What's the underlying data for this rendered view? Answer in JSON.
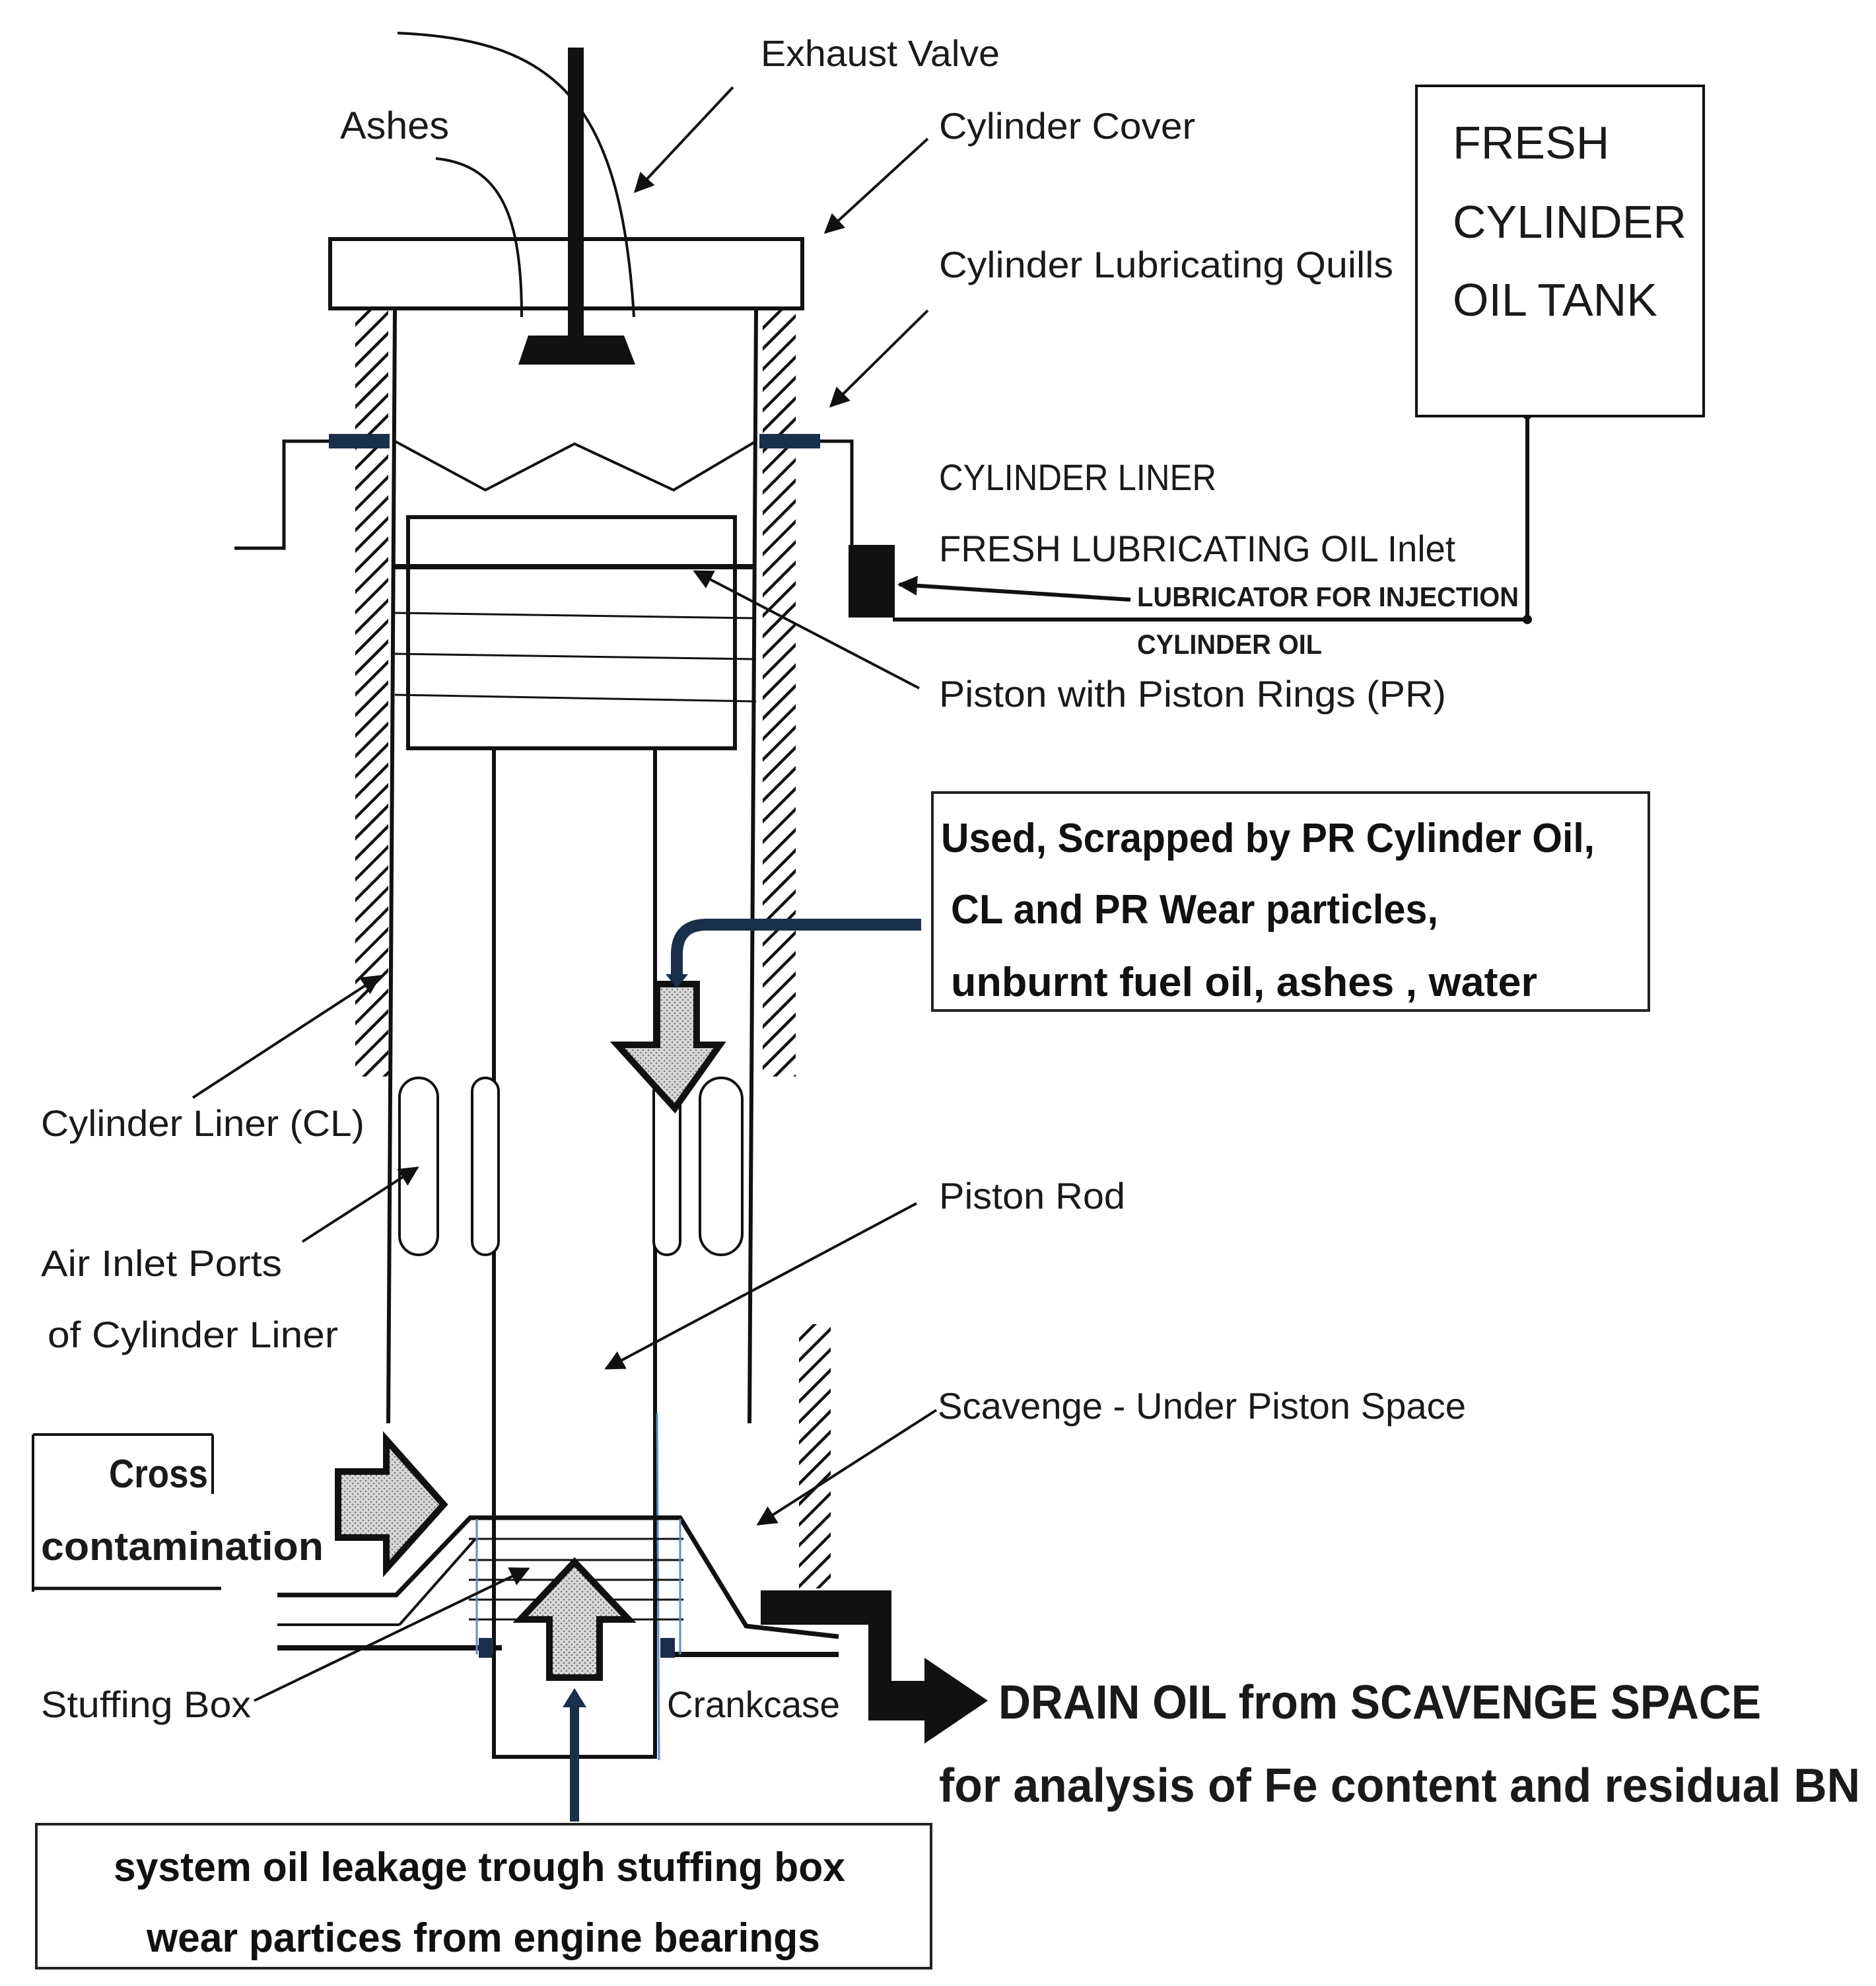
{
  "labels": {
    "exhaust_valve": "Exhaust Valve",
    "ashes": "Ashes",
    "cylinder_cover": "Cylinder Cover",
    "lubricating_quills": "Cylinder Lubricating Quills",
    "cylinder_liner_caps": "CYLINDER LINER",
    "fresh_oil_inlet": "FRESH  LUBRICATING OIL Inlet",
    "lubricator_line1": "LUBRICATOR FOR INJECTION",
    "lubricator_line2": "CYLINDER OIL",
    "piston": "Piston with Piston Rings (PR)",
    "cylinder_liner_cl": "Cylinder Liner (CL)",
    "piston_rod": "Piston Rod",
    "air_inlet_1": "Air Inlet Ports",
    "air_inlet_2": "of Cylinder Liner",
    "scavenge": "Scavenge - Under Piston Space",
    "cross_1": "Cross",
    "cross_2": "contamination",
    "stuffing_box": "Stuffing Box",
    "crankcase": "Crankcase",
    "drain_1": "DRAIN OIL from  SCAVENGE SPACE",
    "drain_2": "for analysis of Fe content and residual BN"
  },
  "tank": {
    "line1": "FRESH",
    "line2": "CYLINDER",
    "line3": "OIL TANK"
  },
  "used_oil_box": {
    "line1": "Used, Scrapped by PR Cylinder Oil,",
    "line2": "CL and PR Wear particles,",
    "line3": "unburnt fuel oil,  ashes , water"
  },
  "system_oil_box": {
    "line1": "system oil leakage trough stuffing box",
    "line2": "wear partices from engine bearings"
  },
  "colors": {
    "ink": "#111111",
    "arrow_fill": "#cfcfcf",
    "accent_blue": "#1a2f4a",
    "thin_blue": "#5a8fd0"
  }
}
